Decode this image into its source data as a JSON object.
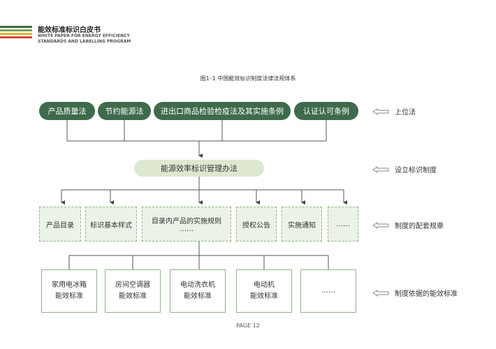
{
  "header": {
    "cn_title": "能效标准标识白皮书",
    "en_line1": "WHITE PAPER FOR ENERGY EFFICIENCY",
    "en_line2": "STANDARDS AND LABELLING PROGRAM",
    "stripe_colors": [
      "#3e6b4c",
      "#7aa55a",
      "#e3b72e",
      "#d9473a"
    ]
  },
  "figure_title": "图1–1  中国能效标识制度法律法规体系",
  "laws": [
    "产品质量法",
    "节约能源法",
    "进出口商品检验检疫法及其实施条例",
    "认证认可条例"
  ],
  "measure": "能源效率标识管理办法",
  "rules": [
    {
      "line1": "产品目录",
      "line2": ""
    },
    {
      "line1": "标识基本样式",
      "line2": ""
    },
    {
      "line1": "目录内产品的实施规则",
      "line2": "……"
    },
    {
      "line1": "授权公告",
      "line2": ""
    },
    {
      "line1": "实施通知",
      "line2": ""
    },
    {
      "line1": "……",
      "line2": ""
    }
  ],
  "standards": [
    {
      "line1": "家用电冰箱",
      "line2": "能效标准"
    },
    {
      "line1": "房间空调器",
      "line2": "能效标准"
    },
    {
      "line1": "电动洗衣机",
      "line2": "能效标准"
    },
    {
      "line1": "电动机",
      "line2": "能效标准"
    },
    {
      "line1": "……",
      "line2": ""
    }
  ],
  "side_labels": [
    "上位法",
    "设立标识制度",
    "制度的配套规章",
    "制度依据的能效标准"
  ],
  "page_number": "PAGE 12"
}
